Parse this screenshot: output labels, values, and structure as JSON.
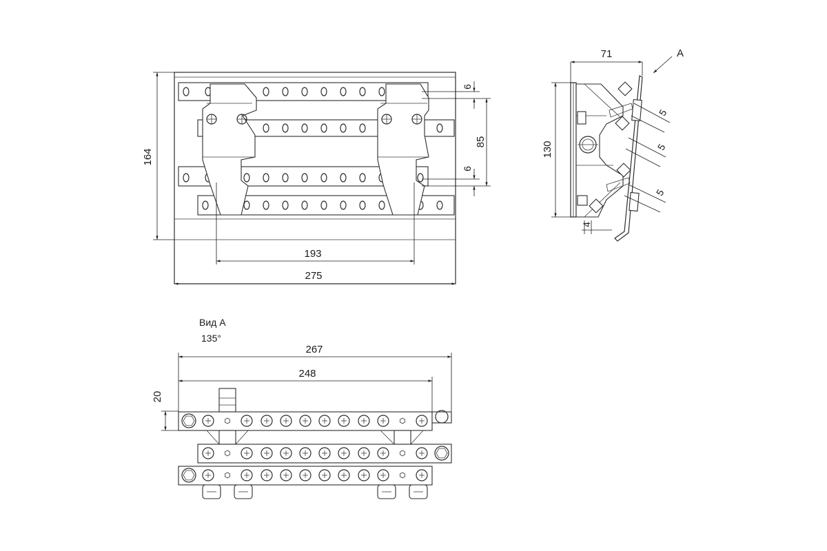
{
  "front_view": {
    "height_label": "164",
    "rail_spacing_label": "85",
    "slot_offset_top_label": "6",
    "slot_offset_bottom_label": "6",
    "bracket_spacing_label": "193",
    "total_width_label": "275"
  },
  "side_view": {
    "depth_label": "71",
    "height_label": "130",
    "view_arrow_label": "A",
    "gap_label_1": "5",
    "gap_label_2": "5",
    "gap_label_3": "5",
    "tab_label": "4"
  },
  "view_a": {
    "title": "Вид А",
    "angle_label": "135°",
    "width_outer_label": "267",
    "width_inner_label": "248",
    "height_label": "20"
  }
}
